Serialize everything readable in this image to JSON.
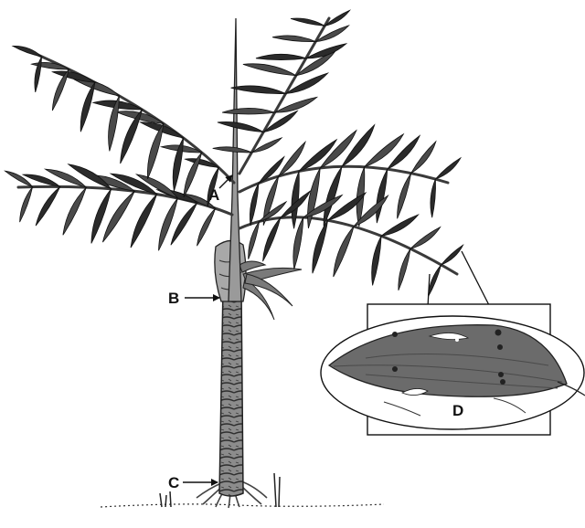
{
  "figure": {
    "labels": {
      "a": "A",
      "b": "B",
      "c": "C",
      "d": "D"
    },
    "colors": {
      "ink": "#111111",
      "leaf_dark": "#2b2b2b",
      "leaf_mid": "#4a4a4a",
      "inset_leaf": "#6b6b6b",
      "stem": "#9a9a9a",
      "background": "#ffffff"
    }
  }
}
